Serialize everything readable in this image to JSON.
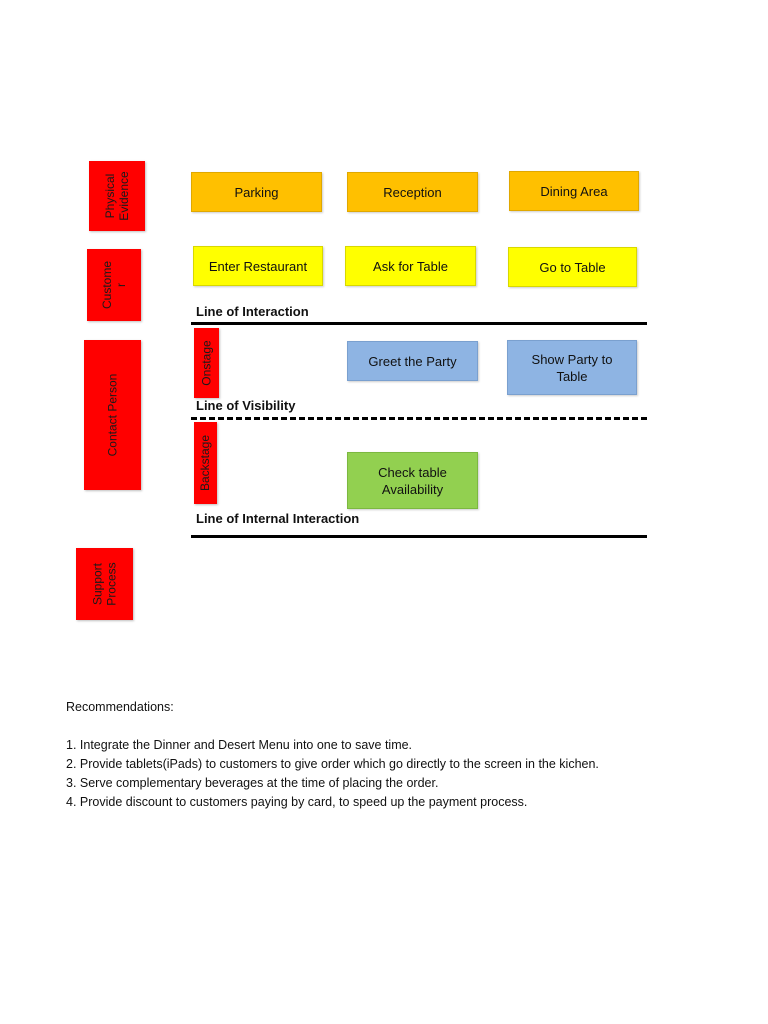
{
  "lanes": {
    "physical_evidence": "Physical Evidence",
    "customer": "Custome r",
    "contact_person": "Contact Person",
    "onstage": "Onstage",
    "backstage": "Backstage",
    "support_process": "Support Process"
  },
  "physical_evidence": [
    "Parking",
    "Reception",
    "Dining Area"
  ],
  "customer_actions": [
    "Enter Restaurant",
    "Ask for Table",
    "Go to Table"
  ],
  "onstage_actions": [
    "Greet the Party",
    "Show Party to Table"
  ],
  "backstage_actions": [
    "Check table Availability"
  ],
  "lines": {
    "interaction": "Line of Interaction",
    "visibility": "Line of Visibility",
    "internal_interaction": "Line of Internal Interaction"
  },
  "colors": {
    "lane_label": "#ff0000",
    "physical_evidence": "#ffc000",
    "customer": "#ffff00",
    "onstage": "#8eb4e3",
    "backstage": "#92d050"
  },
  "recommendations": {
    "heading": "Recommendations:",
    "items": [
      "1. Integrate the Dinner and Desert Menu into one to save time.",
      "2. Provide tablets(iPads) to customers to give order which go directly to the screen in the kichen.",
      "3. Serve complementary beverages at the time of placing the order.",
      "4. Provide discount to customers paying by card, to speed up the payment process."
    ]
  }
}
